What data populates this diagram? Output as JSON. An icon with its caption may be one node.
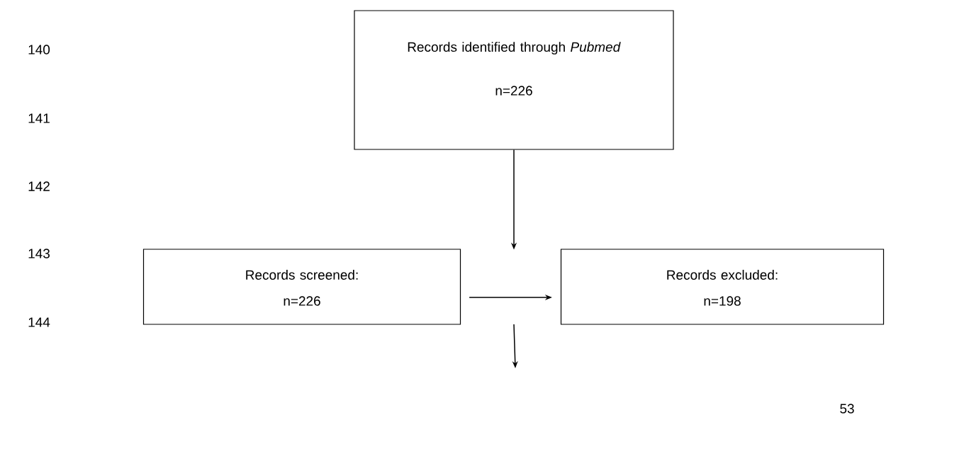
{
  "diagram": {
    "nodes": [
      {
        "text": [
          "Records identified through *Pubmed*",
          "n=226"
        ]
      },
      {
        "text": [
          "Records screened:",
          "n=226"
        ]
      },
      {
        "text": [
          "Records excluded:",
          "n=198"
        ]
      }
    ],
    "edges": [
      {
        "from": 0,
        "to": null,
        "arrow": "to"
      },
      {
        "from": 1,
        "to": 2,
        "arrow": "to"
      }
    ],
    "labels": [
      "140",
      "141",
      "142",
      "143",
      "144",
      "53"
    ]
  }
}
